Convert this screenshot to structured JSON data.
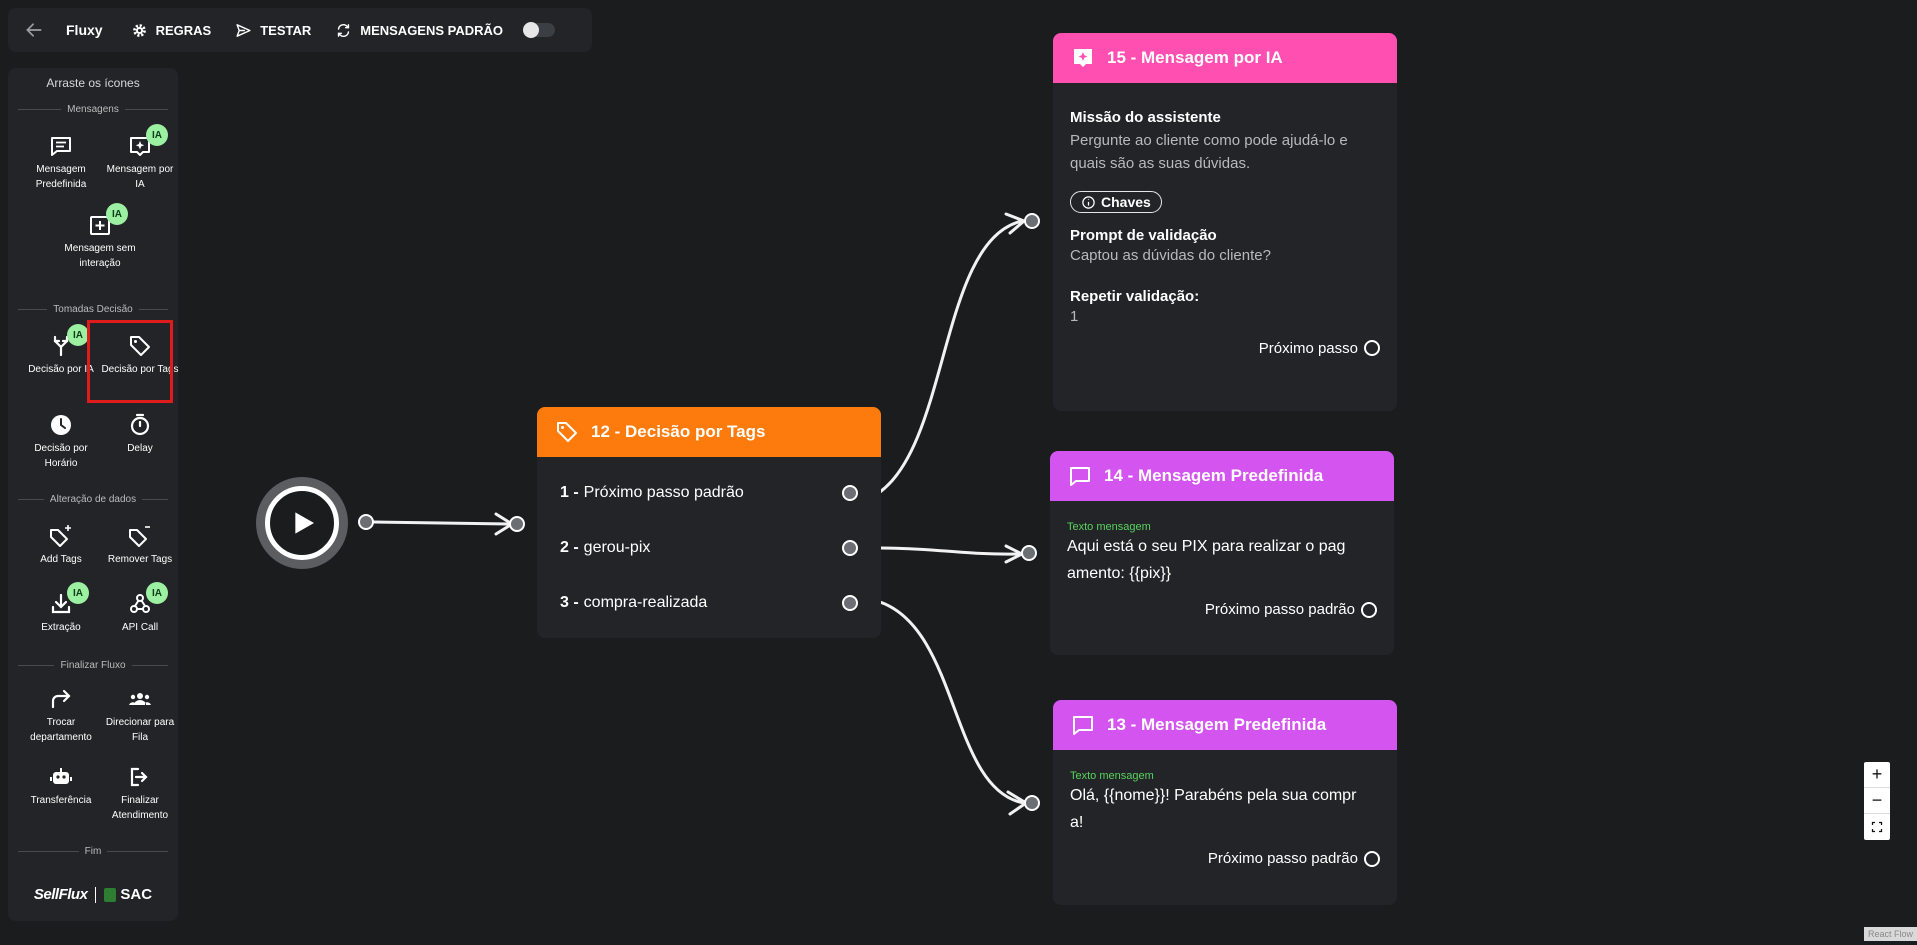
{
  "toolbar": {
    "brand": "Fluxy",
    "rules": "REGRAS",
    "test": "TESTAR",
    "default_messages": "MENSAGENS PADRÃO"
  },
  "sidebar": {
    "title": "Arraste os ícones",
    "sections": {
      "messages": "Mensagens",
      "decisions": "Tomadas Decisão",
      "data": "Alteração de dados",
      "finish": "Finalizar Fluxo",
      "end": "Fim"
    },
    "items": {
      "predefined": "Mensagem Predefinida",
      "ai_message": "Mensagem por IA",
      "no_interaction": "Mensagem sem interação",
      "ai_decision": "Decisão por IA",
      "tag_decision": "Decisão por Tags",
      "time_decision": "Decisão por Horário",
      "delay": "Delay",
      "add_tags": "Add Tags",
      "remove_tags": "Remover Tags",
      "extraction": "Extração",
      "api_call": "API Call",
      "change_dept": "Trocar departamento",
      "queue": "Direcionar para Fila",
      "transfer": "Transferência",
      "finish_service": "Finalizar Atendimento"
    },
    "ia_badge": "IA",
    "footer_brand": "SellFlux",
    "footer_sac": "SAC"
  },
  "nodes": {
    "tags": {
      "title": "12 - Decisão por Tags",
      "rows": [
        {
          "num": "1 -",
          "label": "Próximo passo padrão"
        },
        {
          "num": "2 -",
          "label": "gerou-pix"
        },
        {
          "num": "3 -",
          "label": "compra-realizada"
        }
      ]
    },
    "ai": {
      "title": "15 - Mensagem por IA",
      "mission_label": "Missão do assistente",
      "mission_text": "Pergunte ao cliente como pode ajudá-lo e quais são as suas dúvidas.",
      "keys": "Chaves",
      "prompt_label": "Prompt de validação",
      "prompt_text": "Captou as dúvidas do cliente?",
      "repeat_label": "Repetir validação:",
      "repeat_value": "1",
      "next": "Próximo passo"
    },
    "msg14": {
      "title": "14 - Mensagem Predefinida",
      "small": "Texto mensagem",
      "text": "Aqui está o seu PIX para realizar o pag amento: {{pix}}",
      "next": "Próximo passo padrão"
    },
    "msg13": {
      "title": "13 - Mensagem Predefinida",
      "small": "Texto mensagem",
      "text": "Olá, {{nome}}! Parabéns pela sua compr a!",
      "next": "Próximo passo padrão"
    }
  },
  "colors": {
    "orange": "#fd7b0d",
    "pink": "#ff4fb0",
    "purple": "#d454f0",
    "ia_badge": "#9bf0a1"
  },
  "react_flow": "React Flow"
}
